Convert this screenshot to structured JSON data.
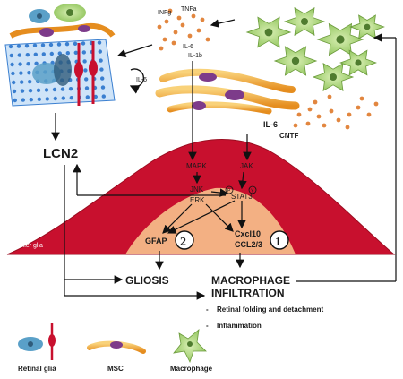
{
  "cytokines_top": {
    "ifng": "INFg",
    "tnfa": "TNFa",
    "il6": "IL-6",
    "il1b": "IL-1b"
  },
  "cytokines_right": {
    "il6": "IL-6",
    "cntf": "CNTF"
  },
  "retina_cytokine": "IL-6",
  "lcn2": "LCN2",
  "pathway": {
    "mapk": "MAPK",
    "jak": "JAK",
    "jnk": "JNK",
    "erk": "ERK",
    "stat3": "STAT3",
    "phospho_left": "P",
    "phospho_right": "Y"
  },
  "mound_label": "Muller glia",
  "gfap": "GFAP",
  "badge_gfap": "2",
  "cxcl10": "Cxcl10",
  "ccl": "CCL2/3",
  "badge_cxcl": "1",
  "gliosis": "GLIOSIS",
  "macrophage_infiltration_line1": "MACROPHAGE",
  "macrophage_infiltration_line2": "INFILTRATION",
  "outcomes": [
    {
      "bullet": "-",
      "text": "Retinal folding and detachment"
    },
    {
      "bullet": "-",
      "text": "Inflammation"
    }
  ],
  "legend": {
    "retinal_glia": "Retinal glia",
    "msc": "MSC",
    "macrophage": "Macrophage"
  },
  "colors": {
    "mound_red": "#c8102e",
    "mound_dark": "#9b0d20",
    "core_peach": "#f3b083",
    "macrophage_green": "#a9d46f",
    "msc_orange": "#f0a830",
    "cytokine_dot": "#e2863f",
    "membrane_blue": "#3a7fd0"
  }
}
